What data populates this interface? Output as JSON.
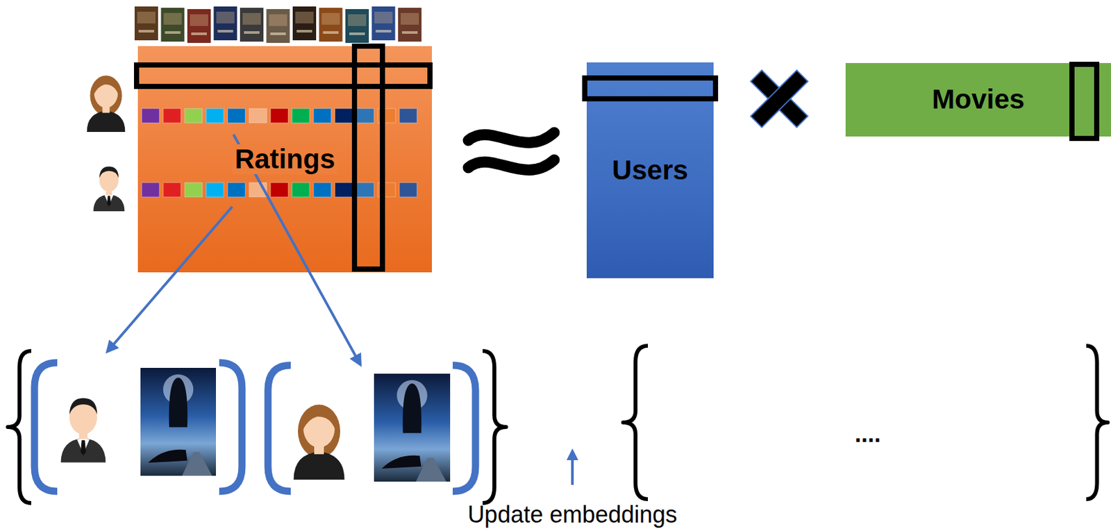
{
  "diagram": {
    "nodes": [
      {
        "text": [
          "Ratings"
        ]
      },
      {
        "text": [
          "Users"
        ]
      },
      {
        "text": [
          "Movies"
        ]
      }
    ],
    "labels": [
      "....",
      "Update embeddings"
    ]
  }
}
